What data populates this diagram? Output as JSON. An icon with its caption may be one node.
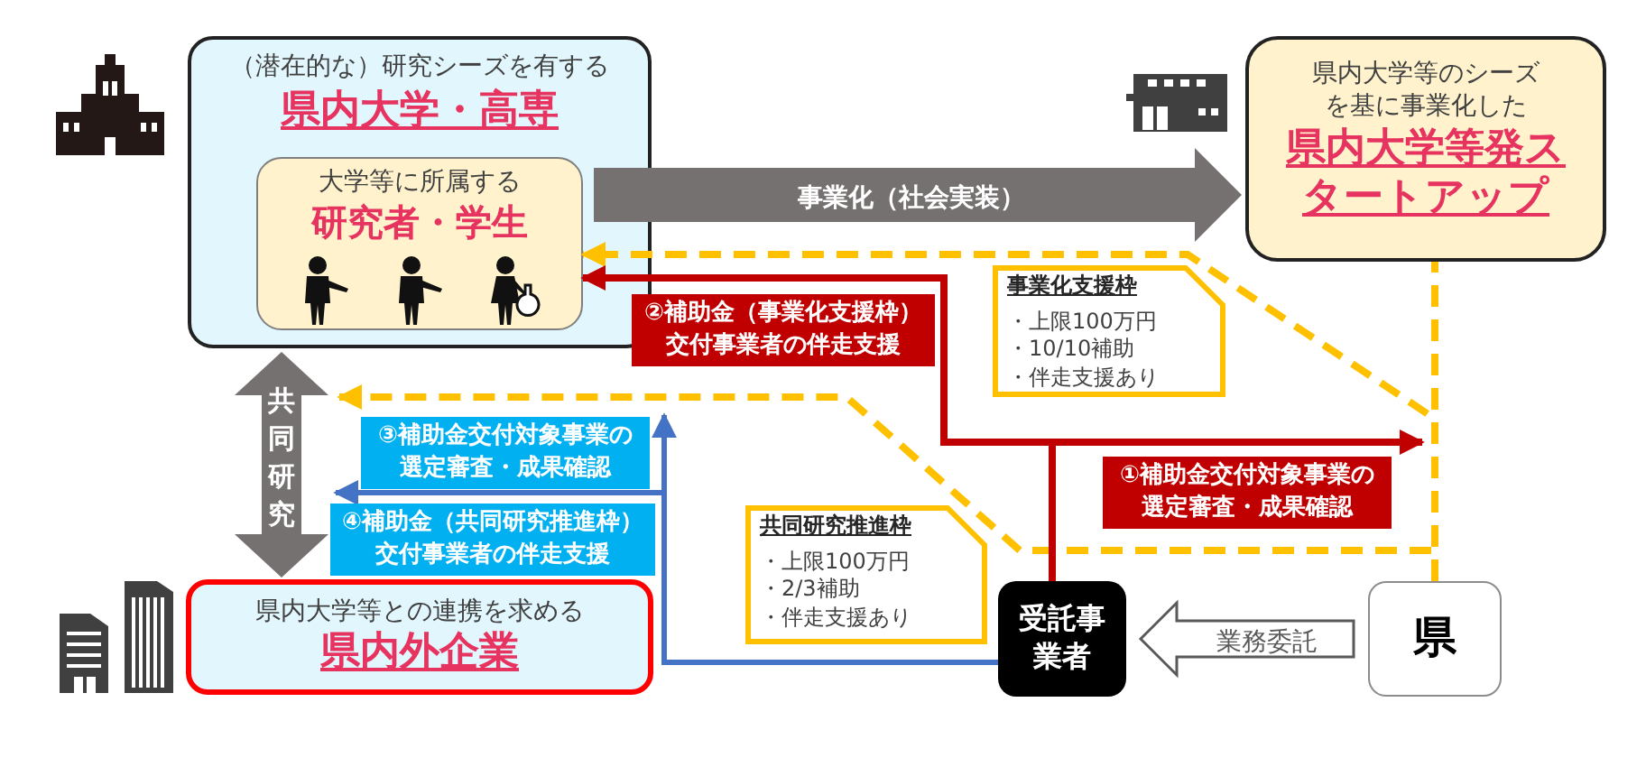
{
  "diagram": {
    "nodes": [
      {
        "text": [
          "（潜在的な）研究シーズを有する",
          "県内大学・高専"
        ]
      },
      {
        "text": [
          "大学等に所属する",
          "研究者・学生"
        ],
        "in": 0
      },
      {
        "text": [
          "県内大学等のシーズを基に事業化した",
          "県内大学等発スタートアップ"
        ]
      },
      {
        "text": [
          "県内大学等との連携を求める",
          "県内外企業"
        ]
      },
      {
        "text": [
          "受託事業者"
        ]
      },
      {
        "text": [
          "県"
        ]
      },
      {
        "text": [
          "事業化支援枠",
          "・上限100万円",
          "・10/10補助",
          "・伴走支援あり"
        ]
      },
      {
        "text": [
          "共同研究推進枠",
          "・上限100万円",
          "・2/3補助",
          "・伴走支援あり"
        ]
      }
    ],
    "edges": [
      {
        "from": 1,
        "to": 2,
        "arrow": "to",
        "label": "事業化（社会実装）",
        "style": "thick",
        "color": "#767171"
      },
      {
        "from": 0,
        "to": 3,
        "arrow": "both",
        "label": "共同研究",
        "style": "thick",
        "color": "#767171"
      },
      {
        "from": 5,
        "to": 4,
        "arrow": "to",
        "label": "業務委託",
        "style": "thick",
        "color": "#595959"
      },
      {
        "from": 5,
        "to": 1,
        "arrow": "to",
        "style": "dashed",
        "color": "#ffc000"
      },
      {
        "from": 5,
        "to": 0,
        "arrow": "to",
        "style": "dashed",
        "color": "#ffc000"
      },
      {
        "from": 5,
        "to": 2,
        "arrow": "none",
        "style": "dashed",
        "color": "#ffc000"
      },
      {
        "from": 4,
        "to": 1,
        "arrow": "to",
        "label": "②補助金（事業化支援枠）交付事業者の伴走支援",
        "color": "#c00000"
      },
      {
        "from": 4,
        "to": null,
        "arrow": "to",
        "label": "①補助金交付対象事業の選定審査・成果確認",
        "color": "#c00000"
      },
      {
        "from": 4,
        "to": null,
        "arrow": "to",
        "label": "③補助金交付対象事業の選定審査・成果確認",
        "color": "#4472c4"
      },
      {
        "from": 4,
        "to": null,
        "arrow": "to",
        "label": "④補助金（共同研究推進枠）交付事業者の伴走支援",
        "color": "#4472c4"
      }
    ]
  }
}
